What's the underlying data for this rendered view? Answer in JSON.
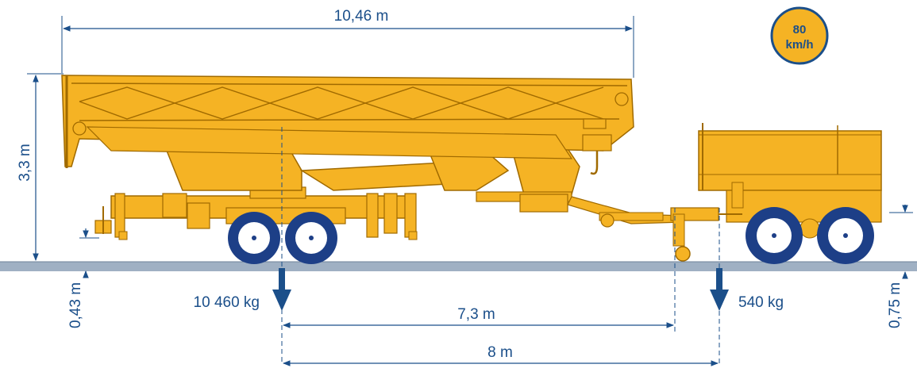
{
  "dimensions": {
    "overall_length": "10,46 m",
    "height": "3,3 m",
    "front_clearance": "0,43 m",
    "rear_clearance": "0,75 m",
    "wheelbase_span": "7,3 m",
    "load_span": "8 m"
  },
  "loads": {
    "front_axle": "10 460 kg",
    "rear_axle": "540 kg"
  },
  "speed_badge": {
    "value": "80",
    "unit": "km/h"
  },
  "colors": {
    "crane_yellow": "#f5b324",
    "crane_outline": "#a06a00",
    "tire_blue": "#1d3f87",
    "dimension_blue": "#1b4f8a",
    "ground": "#9fb0c3",
    "badge_fill": "#f5b324"
  }
}
